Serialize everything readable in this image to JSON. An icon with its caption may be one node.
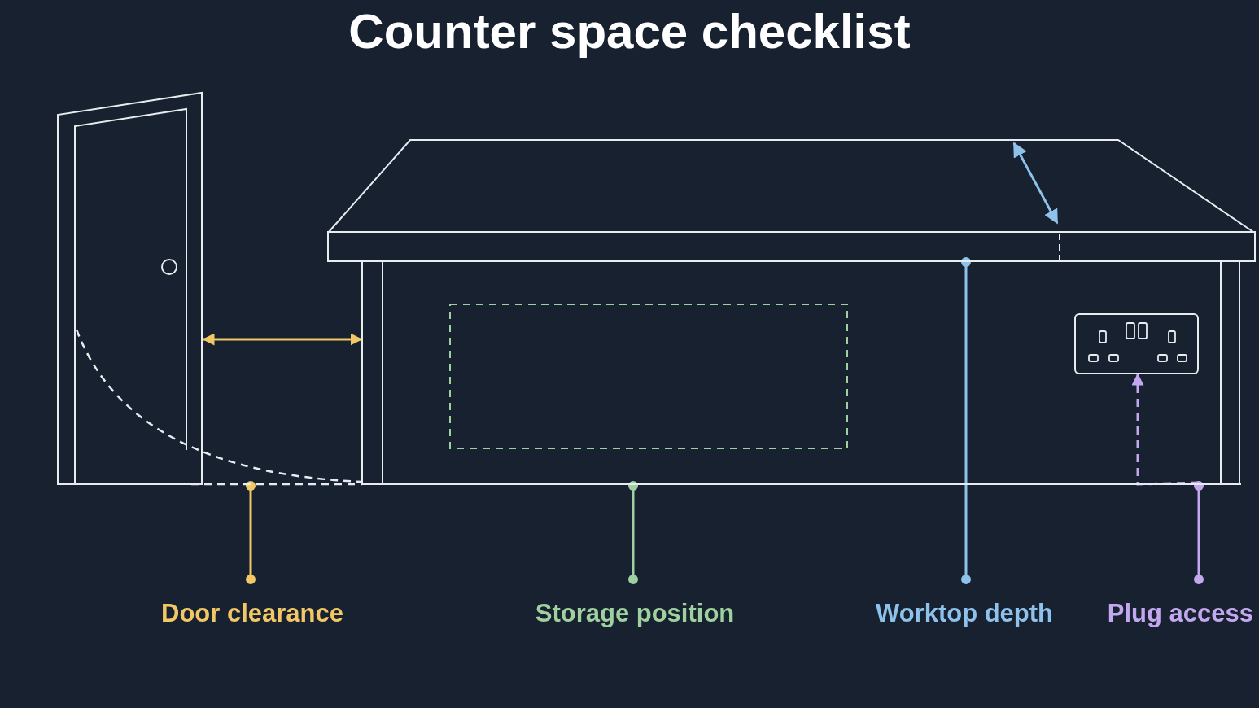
{
  "diagram": {
    "title": "Counter space checklist",
    "nodes": [
      {
        "text": [],
        "shape": "door"
      },
      {
        "text": [],
        "shape": "box"
      },
      {
        "text": [],
        "shape": "box"
      },
      {
        "text": [],
        "shape": "box",
        "in": 2
      },
      {
        "text": [],
        "shape": "box",
        "in": 2
      },
      {
        "text": [],
        "shape": "bar"
      },
      {
        "text": [
          "Door clearance"
        ]
      },
      {
        "text": [
          "Storage position"
        ]
      },
      {
        "text": [
          "Worktop depth"
        ]
      },
      {
        "text": [
          "Plug access"
        ]
      }
    ],
    "edges": [
      {
        "from": 6,
        "to": 5,
        "arrow": "other",
        "color": "#f2c766"
      },
      {
        "from": 7,
        "to": 5,
        "arrow": "other",
        "color": "#9fd0a0"
      },
      {
        "from": 8,
        "to": 1,
        "arrow": "other",
        "color": "#8ec2ea"
      },
      {
        "from": 9,
        "to": 5,
        "arrow": "other",
        "color": "#c3a8f0"
      },
      {
        "from": 5,
        "to": 4,
        "arrow": "to",
        "style": "dashed",
        "color": "#c3a8f0"
      },
      {
        "from": 0,
        "to": 2,
        "arrow": "both",
        "color": "#f2c766"
      }
    ]
  }
}
